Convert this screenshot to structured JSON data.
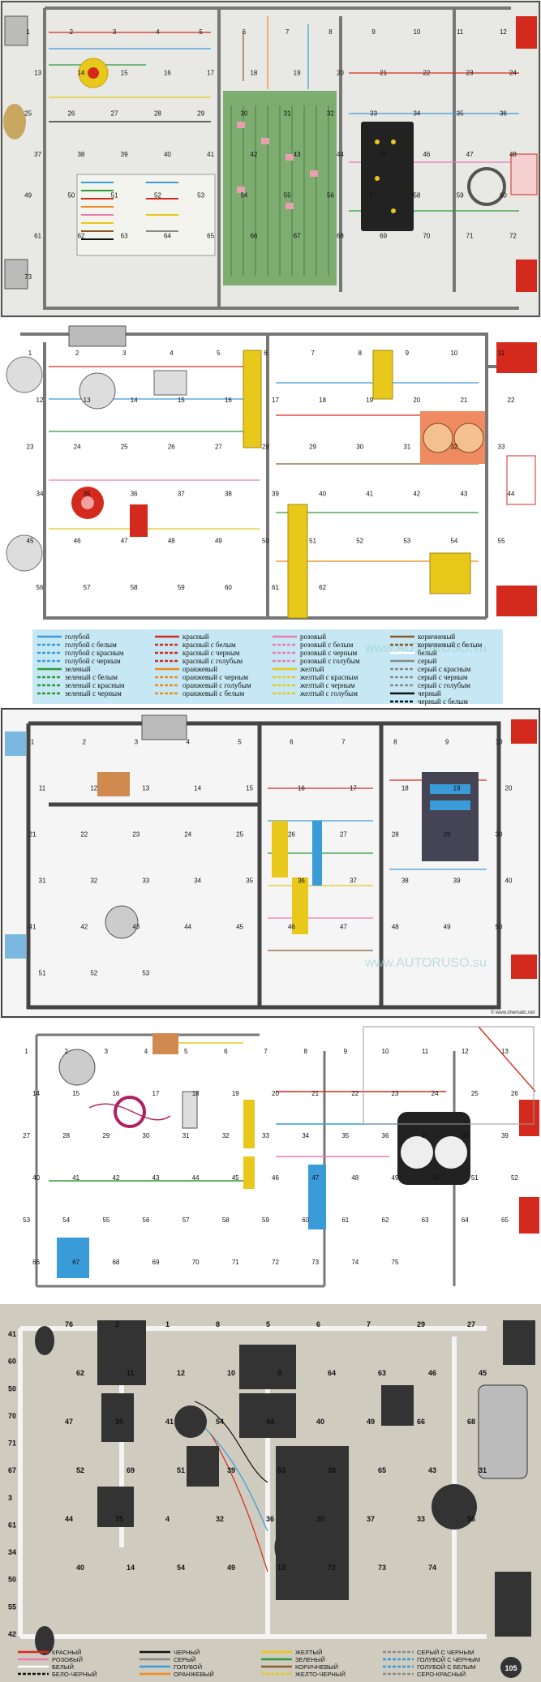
{
  "panel1": {
    "labels": [
      "1",
      "2",
      "3",
      "4",
      "5",
      "6",
      "7",
      "8",
      "9",
      "10",
      "11",
      "12",
      "13",
      "14",
      "15",
      "16",
      "17",
      "18",
      "19",
      "20",
      "21",
      "22",
      "23",
      "24",
      "25",
      "26",
      "27",
      "28",
      "29",
      "30",
      "31",
      "32",
      "33",
      "34",
      "35",
      "36",
      "37",
      "38",
      "39",
      "40",
      "41",
      "42",
      "43",
      "44",
      "45",
      "46",
      "47",
      "48",
      "49",
      "50",
      "51",
      "52",
      "53",
      "54",
      "55",
      "56",
      "57",
      "58",
      "59",
      "60",
      "61",
      "62",
      "63",
      "64",
      "65",
      "66",
      "67",
      "68",
      "69",
      "70",
      "71",
      "72",
      "73"
    ]
  },
  "panel2": {
    "labels": [
      "1",
      "2",
      "3",
      "4",
      "5",
      "6",
      "7",
      "8",
      "9",
      "10",
      "11",
      "12",
      "13",
      "14",
      "15",
      "16",
      "17",
      "18",
      "19",
      "20",
      "21",
      "22",
      "23",
      "24",
      "25",
      "26",
      "27",
      "28",
      "29",
      "30",
      "31",
      "32",
      "33",
      "34",
      "35",
      "36",
      "37",
      "38",
      "39",
      "40",
      "41",
      "42",
      "43",
      "44",
      "45",
      "46",
      "47",
      "48",
      "49",
      "50",
      "51",
      "52",
      "53",
      "54",
      "55",
      "56",
      "57",
      "58",
      "59",
      "60",
      "61",
      "62"
    ],
    "watermark": "www.AUTORUSO.su",
    "legend": {
      "col1": [
        "голубой",
        "голубой с белым",
        "голубой с красным",
        "голубой с черным",
        "зеленый",
        "зеленый с белым",
        "зеленый с красным",
        "зеленый с черным"
      ],
      "col2": [
        "красный",
        "красный с белым",
        "красный с черным",
        "красный с голубым",
        "оранжевый",
        "оранжевый с черным",
        "оранжевый с голубым",
        "оранжевый с белым"
      ],
      "col3": [
        "розовый",
        "розовый с белым",
        "розовый с черным",
        "розовый с голубым",
        "желтый",
        "желтый с красным",
        "желтый с черным",
        "желтый с голубым"
      ],
      "col4": [
        "коричневый",
        "коричневый с белым",
        "белый",
        "серый",
        "серый с красным",
        "серый с черным",
        "серый с голубым",
        "черный",
        "черный с белым"
      ]
    },
    "legend_colors": {
      "col1": [
        "#3a9bd9",
        "#3a9bd9",
        "#3a9bd9",
        "#3a9bd9",
        "#2e9a3a",
        "#2e9a3a",
        "#2e9a3a",
        "#2e9a3a"
      ],
      "col2": [
        "#d42a1e",
        "#d42a1e",
        "#d42a1e",
        "#d42a1e",
        "#f08a1a",
        "#f08a1a",
        "#f08a1a",
        "#f08a1a"
      ],
      "col3": [
        "#f07ab0",
        "#f07ab0",
        "#f07ab0",
        "#f07ab0",
        "#e8c81a",
        "#e8c81a",
        "#e8c81a",
        "#e8c81a"
      ],
      "col4": [
        "#8a5a2a",
        "#8a5a2a",
        "#ffffff",
        "#8a8a8a",
        "#8a8a8a",
        "#8a8a8a",
        "#8a8a8a",
        "#111111",
        "#111111"
      ]
    }
  },
  "panel3": {
    "labels": [
      "1",
      "2",
      "3",
      "4",
      "5",
      "6",
      "7",
      "8",
      "9",
      "10",
      "11",
      "12",
      "13",
      "14",
      "15",
      "16",
      "17",
      "18",
      "19",
      "20",
      "21",
      "22",
      "23",
      "24",
      "25",
      "26",
      "27",
      "28",
      "29",
      "30",
      "31",
      "32",
      "33",
      "34",
      "35",
      "36",
      "37",
      "38",
      "39",
      "40",
      "41",
      "42",
      "43",
      "44",
      "45",
      "46",
      "47",
      "48",
      "49",
      "50",
      "51",
      "52",
      "53"
    ],
    "watermark": "www.AUTORUSO.su",
    "credit": "© www.shematic.net"
  },
  "panel4": {
    "labels": [
      "1",
      "2",
      "3",
      "4",
      "5",
      "6",
      "7",
      "8",
      "9",
      "10",
      "11",
      "12",
      "13",
      "14",
      "15",
      "16",
      "17",
      "18",
      "19",
      "20",
      "21",
      "22",
      "23",
      "24",
      "25",
      "26",
      "27",
      "28",
      "29",
      "30",
      "31",
      "32",
      "33",
      "34",
      "35",
      "36",
      "37",
      "38",
      "39",
      "40",
      "41",
      "42",
      "43",
      "44",
      "45",
      "46",
      "47",
      "48",
      "49",
      "50",
      "51",
      "52",
      "53",
      "54",
      "55",
      "56",
      "57",
      "58",
      "59",
      "60",
      "61",
      "62",
      "63",
      "64",
      "65",
      "66",
      "67",
      "68",
      "69",
      "70",
      "71",
      "72",
      "73",
      "74",
      "75"
    ]
  },
  "panel5": {
    "labels_left": [
      "41",
      "60",
      "50",
      "70",
      "71",
      "67",
      "3",
      "61",
      "34",
      "50",
      "55",
      "42"
    ],
    "labels_misc": [
      "76",
      "2",
      "1",
      "8",
      "5",
      "6",
      "7",
      "29",
      "27",
      "62",
      "11",
      "12",
      "10",
      "9",
      "64",
      "63",
      "46",
      "45",
      "47",
      "35",
      "41",
      "54",
      "44",
      "40",
      "49",
      "66",
      "68",
      "52",
      "69",
      "51",
      "39",
      "53",
      "38",
      "65",
      "43",
      "31",
      "44",
      "75",
      "4",
      "32",
      "36",
      "30",
      "37",
      "33",
      "56",
      "40",
      "14",
      "54",
      "49",
      "13",
      "72",
      "73",
      "74"
    ],
    "page_number": "105",
    "legend": {
      "col1": [
        "КРАСНЫЙ",
        "РОЗОВЫЙ",
        "БЕЛЫЙ",
        "БЕЛО-ЧЕРНЫЙ"
      ],
      "col2": [
        "ЧЕРНЫЙ",
        "СЕРЫЙ",
        "ГОЛУБОЙ",
        "ОРАНЖЕВЫЙ"
      ],
      "col3": [
        "ЖЕЛТЫЙ",
        "ЗЕЛЕНЫЙ",
        "КОРИЧНЕВЫЙ",
        "ЖЕЛТО-ЧЕРНЫЙ"
      ],
      "col4": [
        "СЕРЫЙ С ЧЕРНЫМ",
        "ГОЛУБОЙ С ЧЕРНЫМ",
        "ГОЛУБОЙ С БЕЛЫМ",
        "СЕРО-КРАСНЫЙ"
      ]
    },
    "legend_colors": {
      "col1": [
        "#d42a1e",
        "#f07ab0",
        "#ffffff",
        "#111111"
      ],
      "col2": [
        "#111111",
        "#8a8a8a",
        "#3a9bd9",
        "#f08a1a"
      ],
      "col3": [
        "#e8c81a",
        "#2e9a3a",
        "#8a5a2a",
        "#e8c81a"
      ],
      "col4": [
        "#8a8a8a",
        "#3a9bd9",
        "#3a9bd9",
        "#8a8a8a"
      ]
    }
  }
}
